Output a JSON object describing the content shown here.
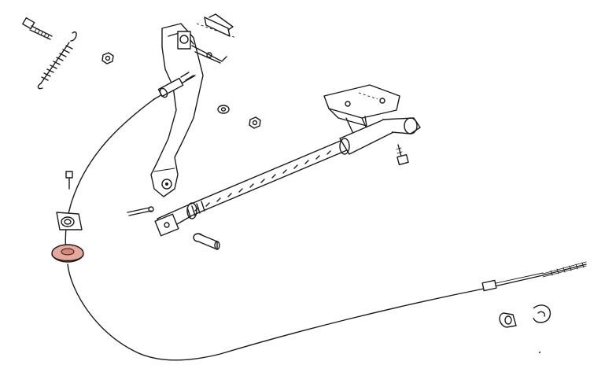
{
  "diagram": {
    "type": "exploded-parts-drawing",
    "highlight_color": "#e8a79c",
    "ink_color": "#1a1a1a",
    "background": "#ffffff",
    "parts": [
      {
        "id": "bolt-top-left",
        "icon": "bolt"
      },
      {
        "id": "return-spring",
        "icon": "coil-spring"
      },
      {
        "id": "hex-nut-top",
        "icon": "hex-nut"
      },
      {
        "id": "pedal-bracket",
        "icon": "bracket"
      },
      {
        "id": "clevis-clip",
        "icon": "clip"
      },
      {
        "id": "brake-cable",
        "icon": "cable"
      },
      {
        "id": "cable-grommet-highlighted",
        "icon": "grommet"
      },
      {
        "id": "cable-guide",
        "icon": "guide"
      },
      {
        "id": "adjuster-rod",
        "icon": "rod"
      },
      {
        "id": "mounting-plate",
        "icon": "plate"
      },
      {
        "id": "cotter-pin",
        "icon": "pin"
      },
      {
        "id": "clevis-pin",
        "icon": "pin"
      },
      {
        "id": "hex-nut-center",
        "icon": "hex-nut"
      },
      {
        "id": "washer-center",
        "icon": "washer"
      },
      {
        "id": "screw-bracket",
        "icon": "screw"
      },
      {
        "id": "small-bolt-left",
        "icon": "bolt"
      },
      {
        "id": "retainer-clip-left",
        "icon": "clip"
      },
      {
        "id": "retainer-clip-right",
        "icon": "clip"
      }
    ]
  }
}
